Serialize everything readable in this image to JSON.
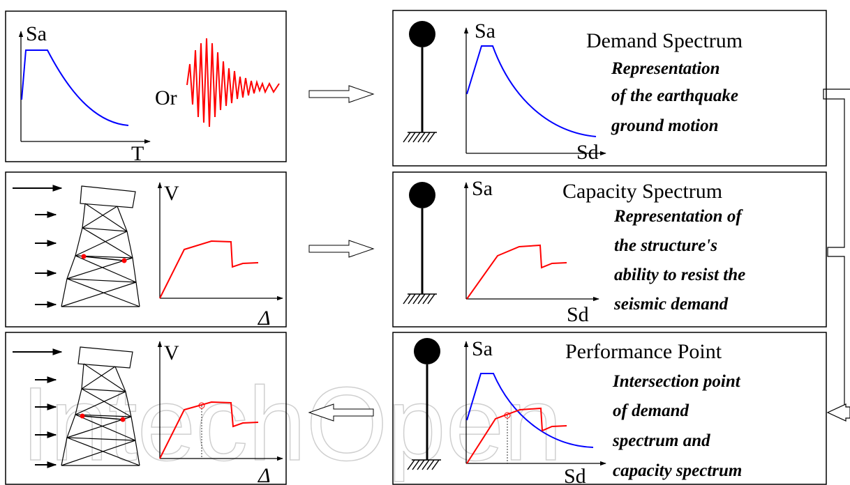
{
  "watermark": "IntechOpen",
  "colors": {
    "demand": "#0000ff",
    "capacity": "#ff0000",
    "frame": "#000000"
  },
  "panel_ground_motion": {
    "y_label": "Sa",
    "x_label": "T",
    "or_text": "Or"
  },
  "panel_pushover": {
    "y_label": "V",
    "x_label": "Δ"
  },
  "panel_pushover_result": {
    "y_label": "V",
    "x_label": "Δ"
  },
  "panel_demand": {
    "y_label": "Sa",
    "x_label": "Sd",
    "title": "Demand Spectrum",
    "description": [
      "Representation",
      "of the earthquake",
      "ground motion"
    ]
  },
  "panel_capacity": {
    "y_label": "Sa",
    "x_label": "Sd",
    "title": "Capacity Spectrum",
    "description": [
      "Representation of",
      "the structure's",
      "ability to resist the",
      "seismic demand"
    ]
  },
  "panel_performance": {
    "y_label": "Sa",
    "x_label": "Sd",
    "title": "Performance Point",
    "description": [
      "Intersection point",
      "of demand",
      "spectrum and",
      "capacity spectrum"
    ]
  }
}
